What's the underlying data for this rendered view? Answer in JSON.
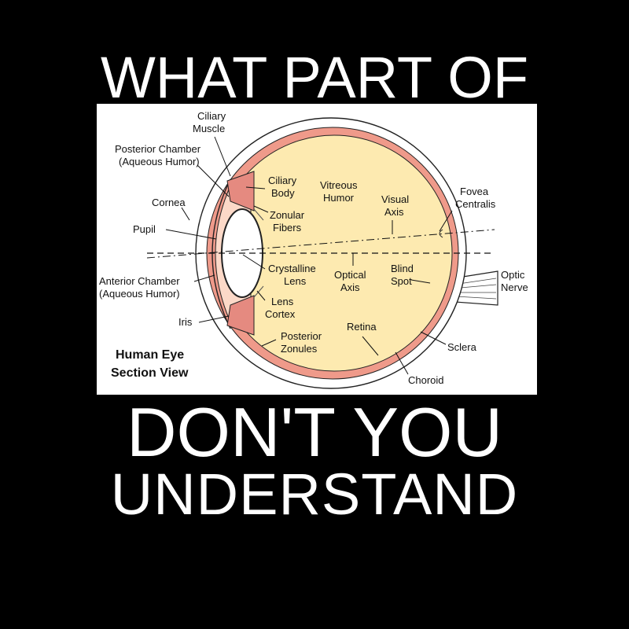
{
  "headline": {
    "top": "WHAT PART OF",
    "middle": "DON'T YOU",
    "bottom": "UNDERSTAND"
  },
  "diagram": {
    "caption": [
      "Human Eye",
      "Section View"
    ],
    "colors": {
      "vitreous": "#fdeab0",
      "choroid": "#ef9a8a",
      "sclera": "#ffffff",
      "anterior": "#fcd9c8",
      "iris": "#e58a80",
      "lens": "#ffffff"
    },
    "labels": {
      "ciliary_muscle": [
        "Ciliary",
        "Muscle"
      ],
      "posterior_chamber": [
        "Posterior Chamber",
        "(Aqueous Humor)"
      ],
      "cornea": [
        "Cornea"
      ],
      "pupil": [
        "Pupil"
      ],
      "anterior_chamber": [
        "Anterior Chamber",
        "(Aqueous Humor)"
      ],
      "iris": [
        "Iris"
      ],
      "ciliary_body": [
        "Ciliary",
        "Body"
      ],
      "zonular_fibers": [
        "Zonular",
        "Fibers"
      ],
      "crystalline_lens": [
        "Crystalline",
        "Lens"
      ],
      "lens_cortex": [
        "Lens",
        "Cortex"
      ],
      "posterior_zonules": [
        "Posterior",
        "Zonules"
      ],
      "vitreous_humor": [
        "Vitreous",
        "Humor"
      ],
      "visual_axis": [
        "Visual",
        "Axis"
      ],
      "optical_axis": [
        "Optical",
        "Axis"
      ],
      "blind_spot": [
        "Blind",
        "Spot"
      ],
      "retina": [
        "Retina"
      ],
      "fovea_centralis": [
        "Fovea",
        "Centralis"
      ],
      "optic_nerve": [
        "Optic",
        "Nerve"
      ],
      "sclera": [
        "Sclera"
      ],
      "choroid": [
        "Choroid"
      ]
    }
  }
}
